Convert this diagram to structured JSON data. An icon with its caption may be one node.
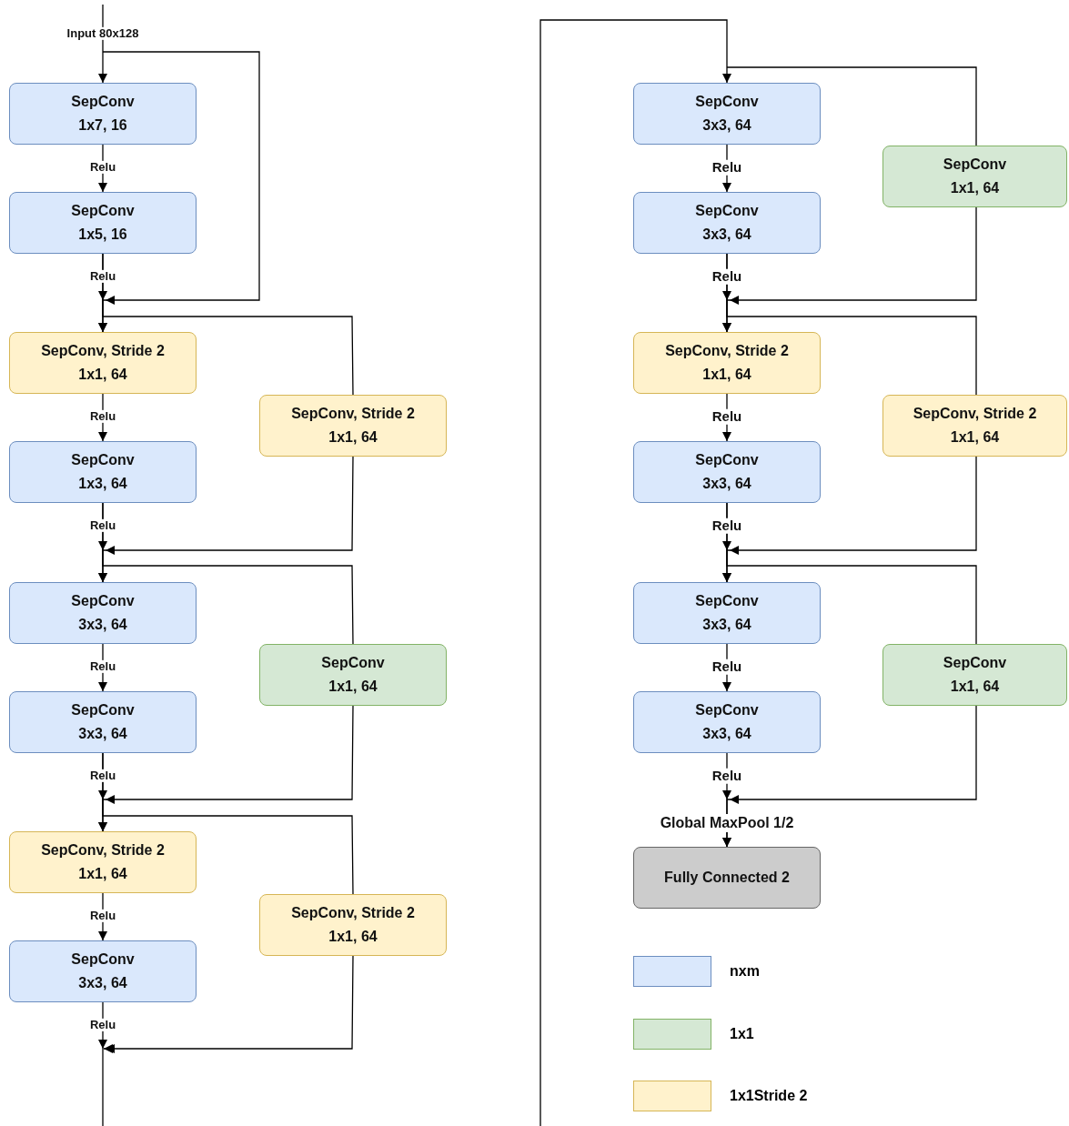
{
  "diagram": {
    "nodes": [
      {
        "text": [
          "SepConv",
          "1x7, 16"
        ]
      },
      {
        "text": [
          "SepConv",
          "1x5, 16"
        ]
      },
      {
        "text": [
          "SepConv, Stride 2",
          "1x1, 64"
        ]
      },
      {
        "text": [
          "SepConv, Stride 2",
          "1x1, 64"
        ]
      },
      {
        "text": [
          "SepConv",
          "1x3, 64"
        ]
      },
      {
        "text": [
          "SepConv",
          "3x3, 64"
        ]
      },
      {
        "text": [
          "SepConv",
          "1x1, 64"
        ]
      },
      {
        "text": [
          "SepConv",
          "3x3, 64"
        ]
      },
      {
        "text": [
          "SepConv, Stride 2",
          "1x1, 64"
        ]
      },
      {
        "text": [
          "SepConv, Stride 2",
          "1x1, 64"
        ]
      },
      {
        "text": [
          "SepConv",
          "3x3, 64"
        ]
      },
      {
        "text": [
          "SepConv",
          "3x3, 64"
        ]
      },
      {
        "text": [
          "SepConv",
          "1x1, 64"
        ]
      },
      {
        "text": [
          "SepConv",
          "3x3, 64"
        ]
      },
      {
        "text": [
          "SepConv, Stride 2",
          "1x1, 64"
        ]
      },
      {
        "text": [
          "SepConv, Stride 2",
          "1x1, 64"
        ]
      },
      {
        "text": [
          "SepConv",
          "3x3, 64"
        ]
      },
      {
        "text": [
          "SepConv",
          "3x3, 64"
        ]
      },
      {
        "text": [
          "SepConv",
          "1x1, 64"
        ]
      },
      {
        "text": [
          "SepConv",
          "3x3, 64"
        ]
      },
      {
        "text": [
          "Fully Connected 2"
        ],
        "beside": [
          "Global MaxPool 1/2"
        ]
      }
    ],
    "edges": [
      {
        "from": null,
        "to": 0,
        "arrow": "to",
        "label": "Input 80x128"
      },
      {
        "from": 0,
        "to": 1,
        "arrow": "to",
        "label": "Relu"
      },
      {
        "from": 1,
        "to": 2,
        "arrow": "to",
        "label": "Relu"
      },
      {
        "from": null,
        "to": 2,
        "arrow": "to"
      },
      {
        "from": 1,
        "to": 3,
        "arrow": "none"
      },
      {
        "from": 3,
        "to": 5,
        "arrow": "to"
      },
      {
        "from": 2,
        "to": 4,
        "arrow": "to",
        "label": "Relu"
      },
      {
        "from": 4,
        "to": 5,
        "arrow": "to",
        "label": "Relu"
      },
      {
        "from": 4,
        "to": 6,
        "arrow": "none"
      },
      {
        "from": 6,
        "to": 8,
        "arrow": "to"
      },
      {
        "from": 5,
        "to": 7,
        "arrow": "to",
        "label": "Relu"
      },
      {
        "from": 7,
        "to": 8,
        "arrow": "to",
        "label": "Relu"
      },
      {
        "from": 7,
        "to": 9,
        "arrow": "none"
      },
      {
        "from": 9,
        "to": null,
        "arrow": "to"
      },
      {
        "from": 8,
        "to": 10,
        "arrow": "to",
        "label": "Relu"
      },
      {
        "from": 10,
        "to": null,
        "arrow": "none",
        "label": "Relu"
      },
      {
        "from": null,
        "to": 11,
        "arrow": "to"
      },
      {
        "from": null,
        "to": 12,
        "arrow": "none"
      },
      {
        "from": 12,
        "to": 14,
        "arrow": "to"
      },
      {
        "from": 11,
        "to": 13,
        "arrow": "to",
        "label": "Relu"
      },
      {
        "from": 13,
        "to": 14,
        "arrow": "to",
        "label": "Relu"
      },
      {
        "from": 13,
        "to": 15,
        "arrow": "none"
      },
      {
        "from": 15,
        "to": 17,
        "arrow": "to"
      },
      {
        "from": 14,
        "to": 16,
        "arrow": "to",
        "label": "Relu"
      },
      {
        "from": 16,
        "to": 17,
        "arrow": "to",
        "label": "Relu"
      },
      {
        "from": 16,
        "to": 18,
        "arrow": "none"
      },
      {
        "from": 18,
        "to": 20,
        "arrow": "to"
      },
      {
        "from": 17,
        "to": 19,
        "arrow": "to",
        "label": "Relu"
      },
      {
        "from": 19,
        "to": 20,
        "arrow": "to",
        "label": "Relu"
      }
    ],
    "legend": [
      {
        "text": "nxm",
        "color": "#dae8fc"
      },
      {
        "text": "1x1",
        "color": "#d5e8d4"
      },
      {
        "text": "1x1Stride 2",
        "color": "#fff2cc"
      }
    ]
  }
}
